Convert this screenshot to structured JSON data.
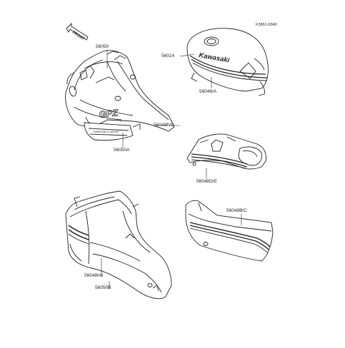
{
  "figure_ref": "F2861-0040",
  "front_arrow": "FRONT",
  "parts": {
    "p56050": "56050",
    "p56014": "56014",
    "p56048A": "56048/A",
    "p56048FG": "56048F/G",
    "p56050A": "56050A",
    "p56048DE": "56048D/E",
    "p56048BC": "56048B/C",
    "p56048HI": "56048H/I",
    "p56050B": "56050B"
  },
  "decals": {
    "brand": "Kawasaki",
    "model": "GPZ",
    "engine": "TWINCAM 8 VALVE"
  },
  "colors": {
    "ink": "#222222",
    "paper": "#ffffff"
  }
}
